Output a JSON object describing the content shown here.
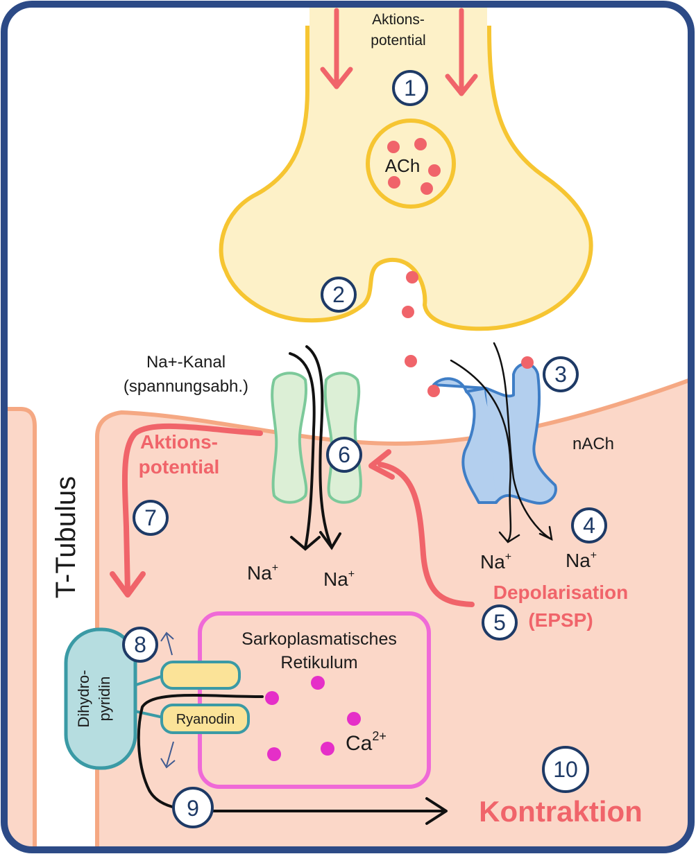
{
  "colors": {
    "frame": "#2c4a86",
    "terminal_fill": "#fdf1c8",
    "terminal_stroke": "#f6c532",
    "muscle_fill": "#fbd7c8",
    "muscle_stroke": "#f5a883",
    "accent_red": "#f0646a",
    "na_channel_fill": "#dcefd6",
    "na_channel_stroke": "#7cc99a",
    "nach_fill": "#b3cfee",
    "nach_stroke": "#3f7ec6",
    "sr_stroke": "#ef6ad7",
    "calcium": "#e52fc8",
    "dhp_fill": "#b6dde0",
    "dhp_stroke": "#3a9aa5",
    "ryanodin_fill": "#fbe398",
    "number_stroke": "#1e3a66"
  },
  "labels": {
    "action_potential_top_1": "Aktions-",
    "action_potential_top_2": "potential",
    "ach": "ACh",
    "na_channel_1": "Na+-Kanal",
    "na_channel_2": "(spannungsabh.)",
    "nach": "nACh",
    "action_potential_side_1": "Aktions-",
    "action_potential_side_2": "potential",
    "na": "Na",
    "na_sup": "+",
    "depolarisation_1": "Depolarisation",
    "depolarisation_2": "(EPSP)",
    "t_tubulus": "T-Tubulus",
    "dhp_1": "Dihydro-",
    "dhp_2": "pyridin",
    "ryanodin": "Ryanodin",
    "sr_1": "Sarkoplasmatisches",
    "sr_2": "Retikulum",
    "ca": "Ca",
    "ca_sup": "2+",
    "contraction": "Kontraktion"
  },
  "steps": [
    "1",
    "2",
    "3",
    "4",
    "5",
    "6",
    "7",
    "8",
    "9",
    "10"
  ]
}
